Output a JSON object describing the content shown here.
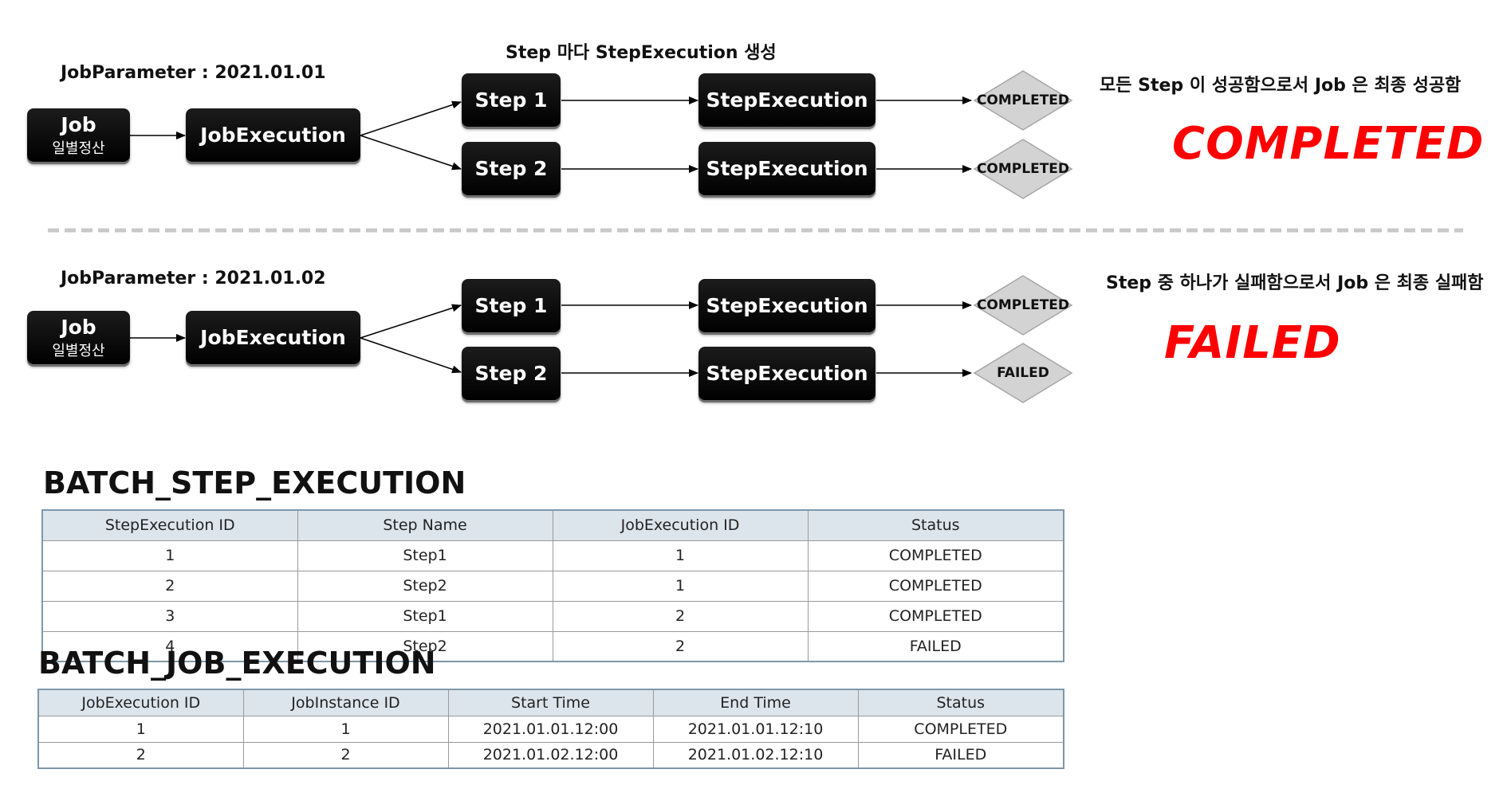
{
  "top_caption": "Step  마다  StepExecution  생성",
  "scenario1": {
    "param_label": "JobParameter : 2021.01.01",
    "job_label": "Job",
    "job_sub": "일별정산",
    "job_execution": "JobExecution",
    "steps": [
      {
        "step": "Step 1",
        "execution": "StepExecution",
        "status": "COMPLETED"
      },
      {
        "step": "Step 2",
        "execution": "StepExecution",
        "status": "COMPLETED"
      }
    ],
    "note": "모든  Step  이 성공함으로서  Job  은 최종 성공함",
    "result": "COMPLETED"
  },
  "scenario2": {
    "param_label": "JobParameter : 2021.01.02",
    "job_label": "Job",
    "job_sub": "일별정산",
    "job_execution": "JobExecution",
    "steps": [
      {
        "step": "Step 1",
        "execution": "StepExecution",
        "status": "COMPLETED"
      },
      {
        "step": "Step 2",
        "execution": "StepExecution",
        "status": "FAILED"
      }
    ],
    "note": "Step  중 하나가 실패함으로서  Job  은 최종 실패함",
    "result": "FAILED"
  },
  "step_table": {
    "title": "BATCH_STEP_EXECUTION",
    "headers": [
      "StepExecution ID",
      "Step Name",
      "JobExecution ID",
      "Status"
    ],
    "rows": [
      [
        "1",
        "Step1",
        "1",
        "COMPLETED"
      ],
      [
        "2",
        "Step2",
        "1",
        "COMPLETED"
      ],
      [
        "3",
        "Step1",
        "2",
        "COMPLETED"
      ],
      [
        "4",
        "Step2",
        "2",
        "FAILED"
      ]
    ]
  },
  "job_table": {
    "title": "BATCH_JOB_EXECUTION",
    "headers": [
      "JobExecution ID",
      "JobInstance ID",
      "Start Time",
      "End Time",
      "Status"
    ],
    "rows": [
      [
        "1",
        "1",
        "2021.01.01.12:00",
        "2021.01.01.12:10",
        "COMPLETED"
      ],
      [
        "2",
        "2",
        "2021.01.02.12:00",
        "2021.01.02.12:10",
        "FAILED"
      ]
    ]
  },
  "colors": {
    "node_bg": "#000000",
    "diamond_fill": "#d3d3d3",
    "diamond_stroke": "#a6a6a6",
    "result_text": "#ff0000",
    "header_bg": "#dce5ec",
    "divider": "#c8c8c8"
  }
}
